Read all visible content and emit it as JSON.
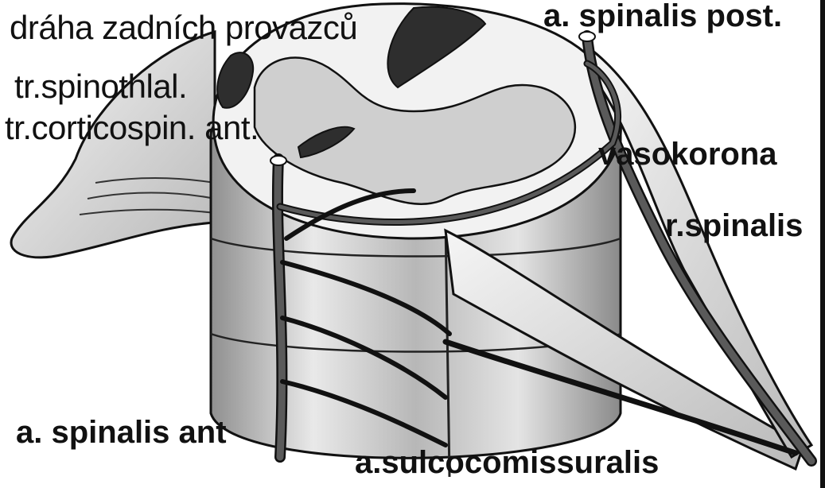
{
  "diagram": {
    "labels": {
      "draha_zadnich_provazcu": "dráha zadních provazců",
      "tr_spinothlal": "tr.spinothlal.",
      "tr_corticospin_ant": "tr.corticospin. ant.",
      "a_spinalis_post": "a. spinalis post.",
      "vasokorona": "vasokorona",
      "r_spinalis": "r.spinalis",
      "a_spinalis_ant": "a. spinalis ant",
      "a_sulcocomissuralis": "a.sulcocomissuralis"
    },
    "colors": {
      "ink": "#111111",
      "artery": "#5a5a5a",
      "white_matter": "#f2f2f2",
      "grey_matter": "#cfcfcf",
      "tract_fill": "#2e2e2e",
      "cylinder_side": "#bdbdbd"
    }
  }
}
